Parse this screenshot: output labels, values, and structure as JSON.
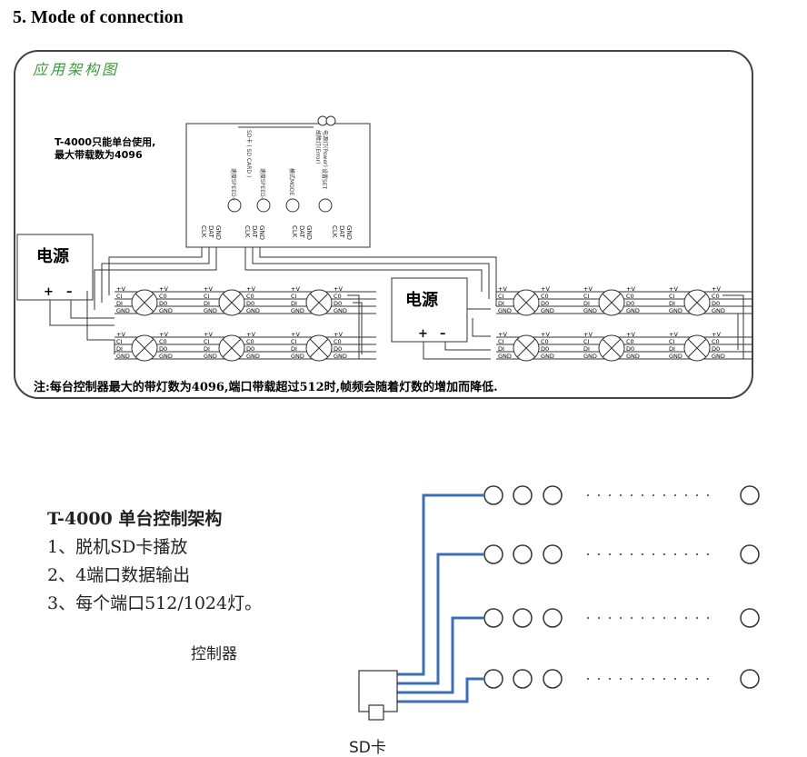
{
  "heading": "5. Mode of connection",
  "upper": {
    "app_title": "应用架构图",
    "single_note_line1": "T-4000只能单台使用,",
    "single_note_line2": "最大带载数为4096",
    "sd_card_label": "SD卡 ( SD CARD )",
    "indicators": [
      "故障灯(Error)",
      "电源灯(Power)"
    ],
    "buttons": [
      "速度SPEED+",
      "速度SPEED-",
      "模式MODE",
      "设置SET"
    ],
    "ports": [
      [
        "CLK",
        "DAT",
        "GND"
      ],
      [
        "CLK",
        "DAT",
        "GND"
      ],
      [
        "CLK",
        "DAT",
        "GND"
      ],
      [
        "CLK",
        "DAT",
        "GND"
      ]
    ],
    "psu_label": "电源",
    "psu_plus": "+",
    "psu_minus": "–",
    "pixel_pins_left": [
      "+V",
      "CI",
      "DI",
      "GND"
    ],
    "pixel_pins_right": [
      "+V",
      "C0",
      "D0",
      "GND"
    ],
    "footer_note": "注:每台控制器最大的带灯数为4096,端口带载超过512时,帧频会随着灯数的增加而降低."
  },
  "lower": {
    "arch_title": "T-4000  单台控制架构",
    "items": [
      "1、脱机SD卡播放",
      "2、4端口数据输出",
      "3、每个端口512/1024灯。"
    ],
    "controller_label": "控制器",
    "sd_label": "SD卡"
  }
}
